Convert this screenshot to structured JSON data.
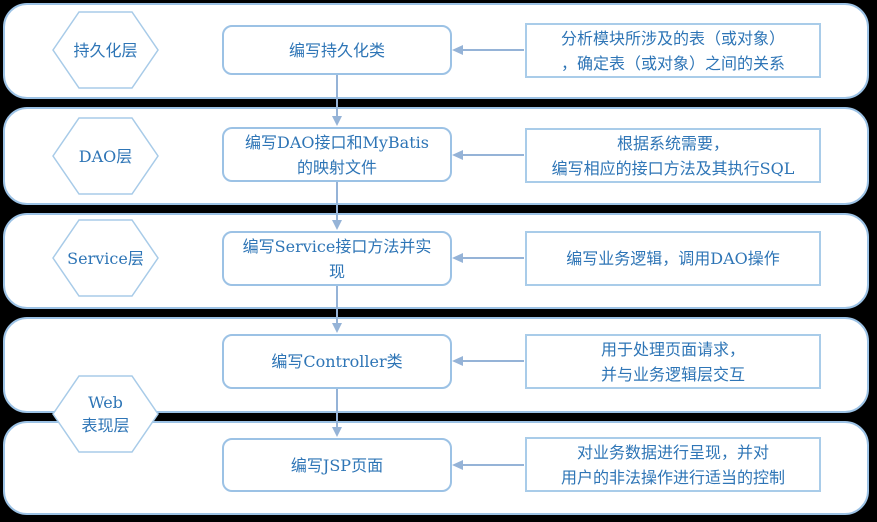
{
  "diagram": {
    "hexagons": [
      {
        "label": "持久化层"
      },
      {
        "label": "DAO层"
      },
      {
        "label": "Service层"
      },
      {
        "label": "Web\n表现层"
      }
    ],
    "rows": [
      {
        "task": "编写持久化类",
        "description": "分析模块所涉及的表（或对象）\n，确定表（或对象）之间的关系"
      },
      {
        "task": "编写DAO接口和MyBatis\n的映射文件",
        "description": "根据系统需要，\n编写相应的接口方法及其执行SQL"
      },
      {
        "task": "编写Service接口方法并实\n现",
        "description": "编写业务逻辑，调用DAO操作"
      },
      {
        "task": "编写Controller类",
        "description": "用于处理页面请求，\n并与业务逻辑层交互"
      },
      {
        "task": "编写JSP页面",
        "description": "对业务数据进行呈现，并对\n用户的非法操作进行适当的控制"
      }
    ],
    "colors": {
      "background": "#000000",
      "shape_fill": "#ffffff",
      "band_border": "#9cc2e5",
      "hexagon_border": "#a8cbe8",
      "arrow": "#95b3d7",
      "text": "#2e75b6"
    }
  }
}
